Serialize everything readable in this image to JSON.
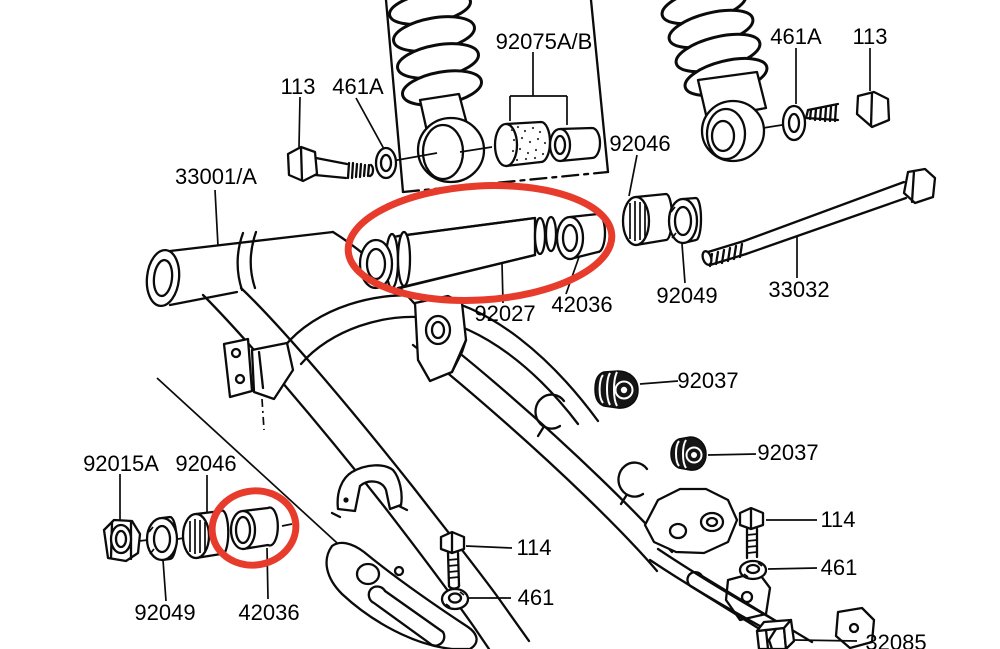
{
  "diagram": {
    "type": "exploded-parts-diagram",
    "background_color": "#ffffff",
    "line_color": "#0b0b0b",
    "annotation_color": "#e73b2c",
    "parts": {
      "bolt_top_left": "113",
      "washer_top_left": "461A",
      "shock_bushing_set": "92075A/B",
      "swingarm": "33001/A",
      "washer_top_right": "461A",
      "bolt_top_right": "113",
      "needle_bearing_upper": "92046",
      "grease_seal_upper": "92049",
      "pivot_shaft_bolt": "33032",
      "pivot_sleeve": "92027",
      "bushing_upper": "42036",
      "damper_upper": "92037",
      "damper_lower": "92037",
      "lock_nut": "92015A",
      "needle_bearing_lower": "92046",
      "grease_seal_lower": "92049",
      "bushing_lower": "42036",
      "bolt_chain_guide": "114",
      "washer_chain_guide": "461",
      "bolt_torque_link": "114",
      "washer_torque_link": "461",
      "chain_guard_block": "32085"
    },
    "annotations": [
      "highlight-ellipse-upper",
      "highlight-ellipse-lower"
    ]
  }
}
